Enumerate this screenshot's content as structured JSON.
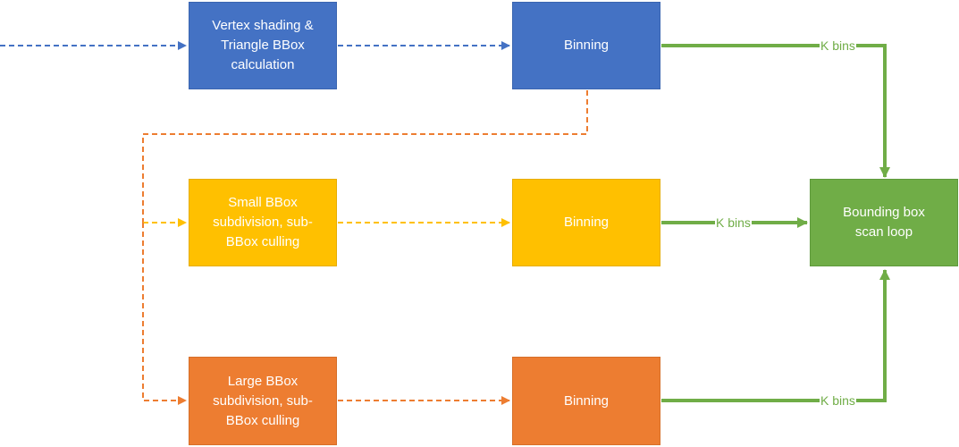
{
  "nodes": {
    "vertex_shading": [
      "Vertex shading &",
      "Triangle BBox",
      "calculation"
    ],
    "binning_top": [
      "Binning"
    ],
    "small_bbox": [
      "Small BBox",
      "subdivision, sub-",
      "BBox culling"
    ],
    "binning_mid": [
      "Binning"
    ],
    "large_bbox": [
      "Large BBox",
      "subdivision, sub-",
      "BBox culling"
    ],
    "binning_bottom": [
      "Binning"
    ],
    "scan_loop": [
      "Bounding box",
      "scan loop"
    ]
  },
  "edge_labels": {
    "top": "K bins",
    "mid": "K bins",
    "bottom": "K bins"
  },
  "colors": {
    "blue": "#4472c4",
    "yellow": "#ffc000",
    "orange": "#ed7d31",
    "green": "#70ad47"
  }
}
